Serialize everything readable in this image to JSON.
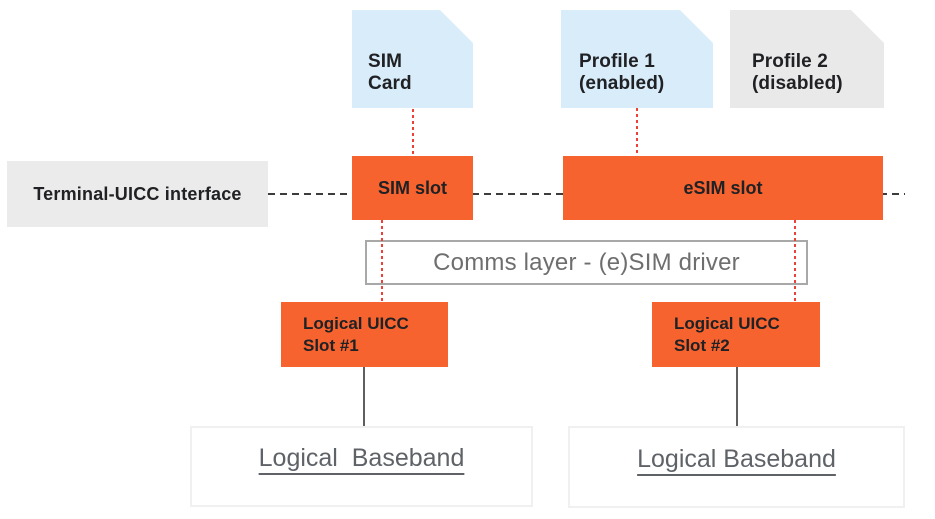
{
  "diagram": {
    "top_row": {
      "sim_card": {
        "line1": "SIM",
        "line2": "Card"
      },
      "profile_1": {
        "line1": "Profile 1",
        "line2": "(enabled)"
      },
      "profile_2": {
        "line1": "Profile 2",
        "line2": "(disabled)"
      }
    },
    "interface_row": {
      "terminal_uicc_label": "Terminal-UICC interface",
      "sim_slot_label": "SIM slot",
      "esim_slot_label": "eSIM slot"
    },
    "comms_layer_label": "Comms layer - (e)SIM driver",
    "uicc_slots": {
      "slot1": {
        "line1": "Logical UICC",
        "line2": "Slot #1"
      },
      "slot2": {
        "line1": "Logical UICC",
        "line2": "Slot #2"
      }
    },
    "basebands": {
      "baseband1_label": "Logical  Baseband",
      "baseband2_label": "Logical Baseband"
    },
    "colors": {
      "slot_orange": "#F6632F",
      "card_blue": "#D8ECFA",
      "disabled_gray": "#E9E9E9",
      "terminal_gray": "#EBEBEB",
      "dotted_red": "#EA4335",
      "dashed_dark": "#3C3C3C",
      "comms_border_gray": "#A8A8A8",
      "muted_text_gray": "#6E6E6E",
      "baseband_text_gray": "#5F6368"
    }
  }
}
